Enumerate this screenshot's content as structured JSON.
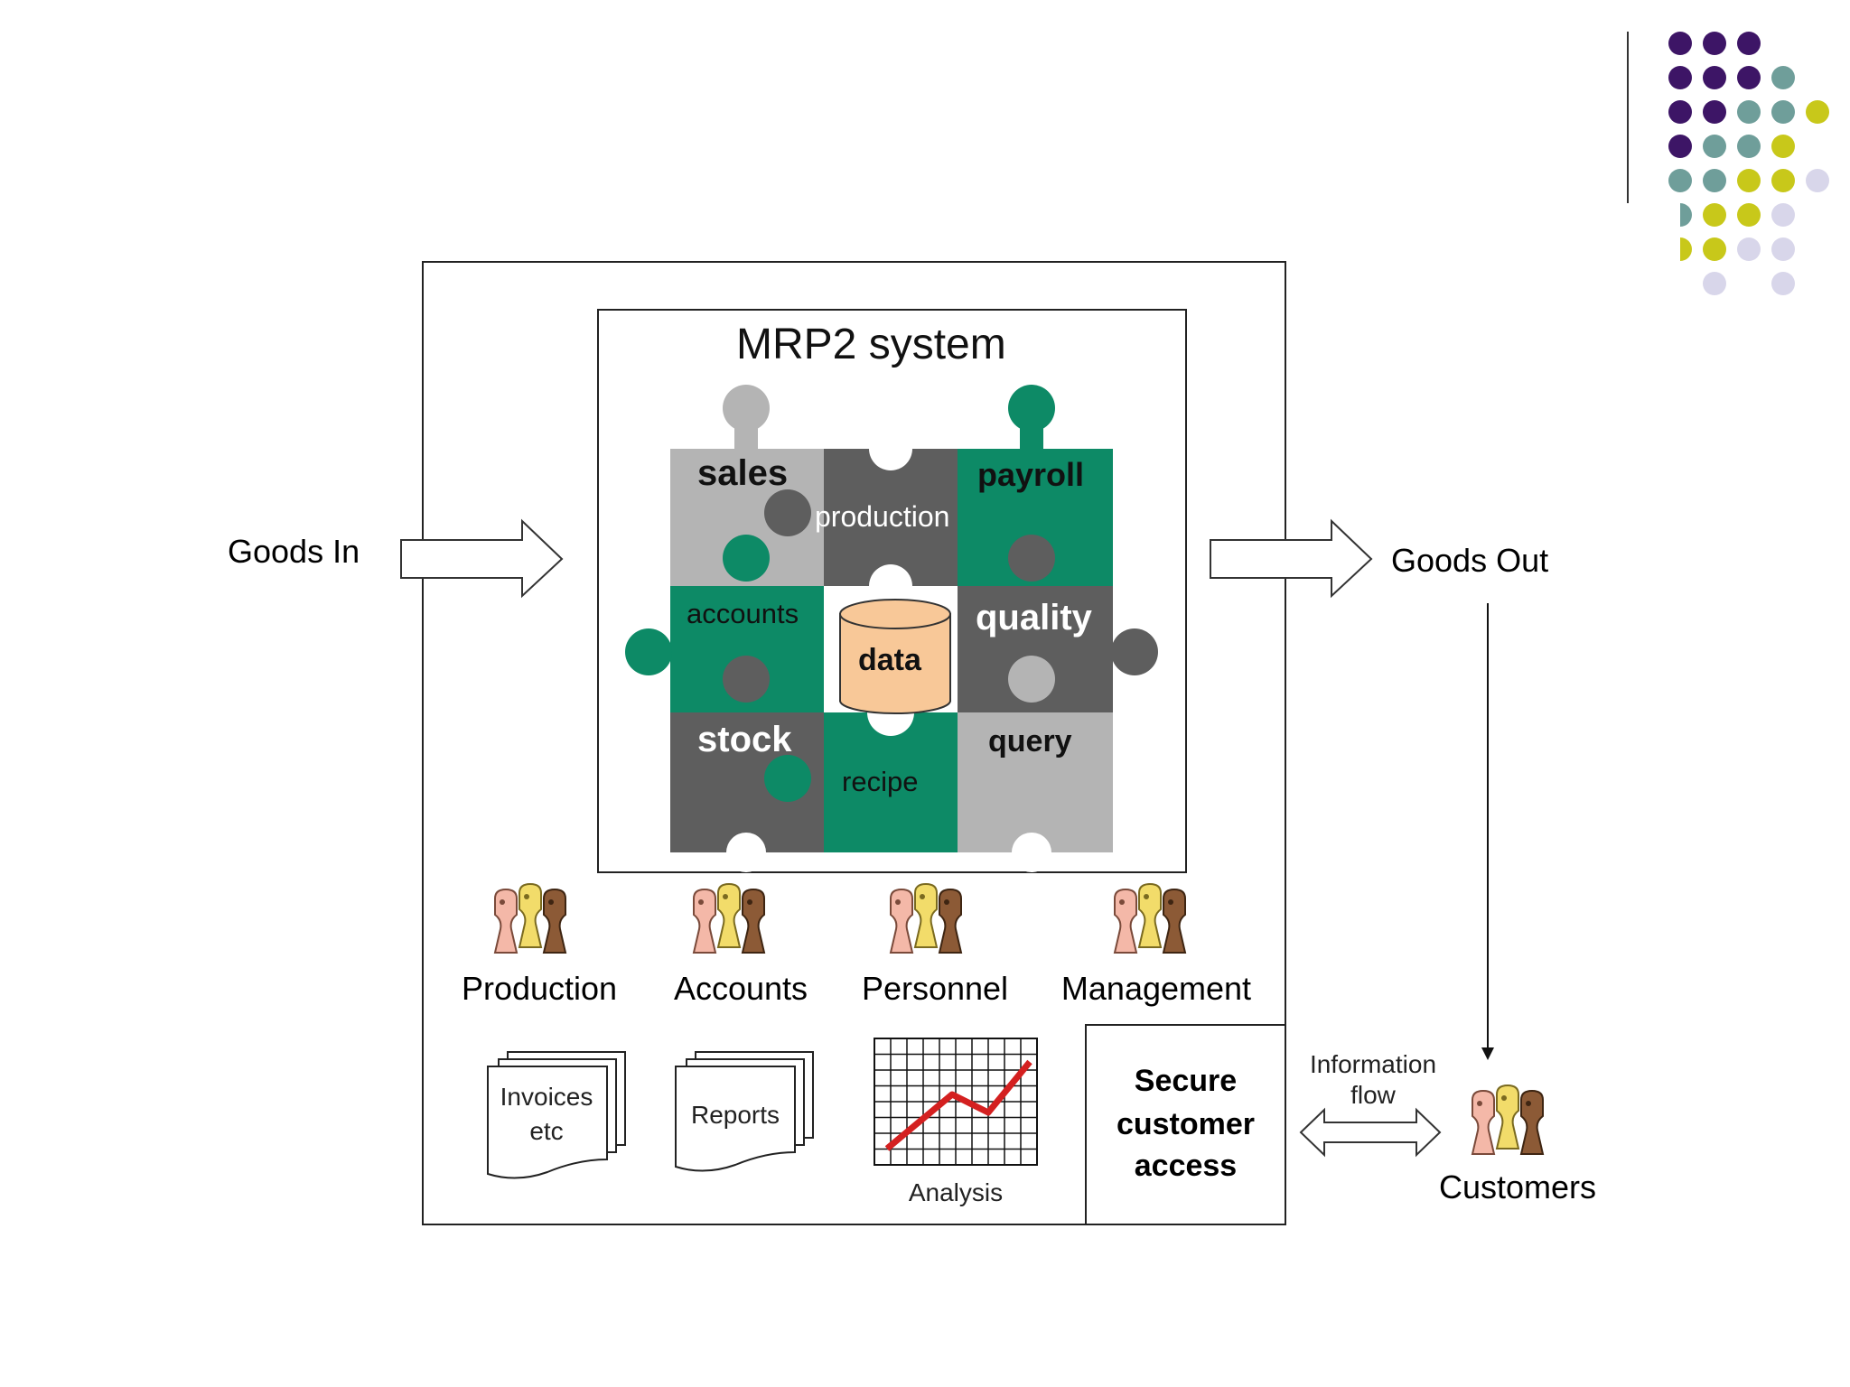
{
  "diagram": {
    "title": "MRP2 system",
    "goods_in": "Goods In",
    "goods_out": "Goods Out",
    "center": "data",
    "modules": [
      "sales",
      "production",
      "payroll",
      "accounts",
      "quality",
      "stock",
      "recipe",
      "query"
    ],
    "departments": [
      "Production",
      "Accounts",
      "Personnel",
      "Management"
    ],
    "documents": {
      "invoices_line1": "Invoices",
      "invoices_line2": "etc",
      "reports": "Reports",
      "analysis": "Analysis"
    },
    "secure_access": {
      "line1": "Secure",
      "line2": "customer",
      "line3": "access"
    },
    "information_flow": {
      "line1": "Information",
      "line2": "flow"
    },
    "customers": "Customers"
  },
  "colors": {
    "purple": "#3d1566",
    "teal": "#6f9e9a",
    "yellow": "#c8c81a",
    "lavender": "#d8d6ea",
    "piece_light": "#b4b4b4",
    "piece_dark": "#5e5e5e",
    "piece_green": "#0d8a66",
    "cylinder": "#f8c898"
  }
}
